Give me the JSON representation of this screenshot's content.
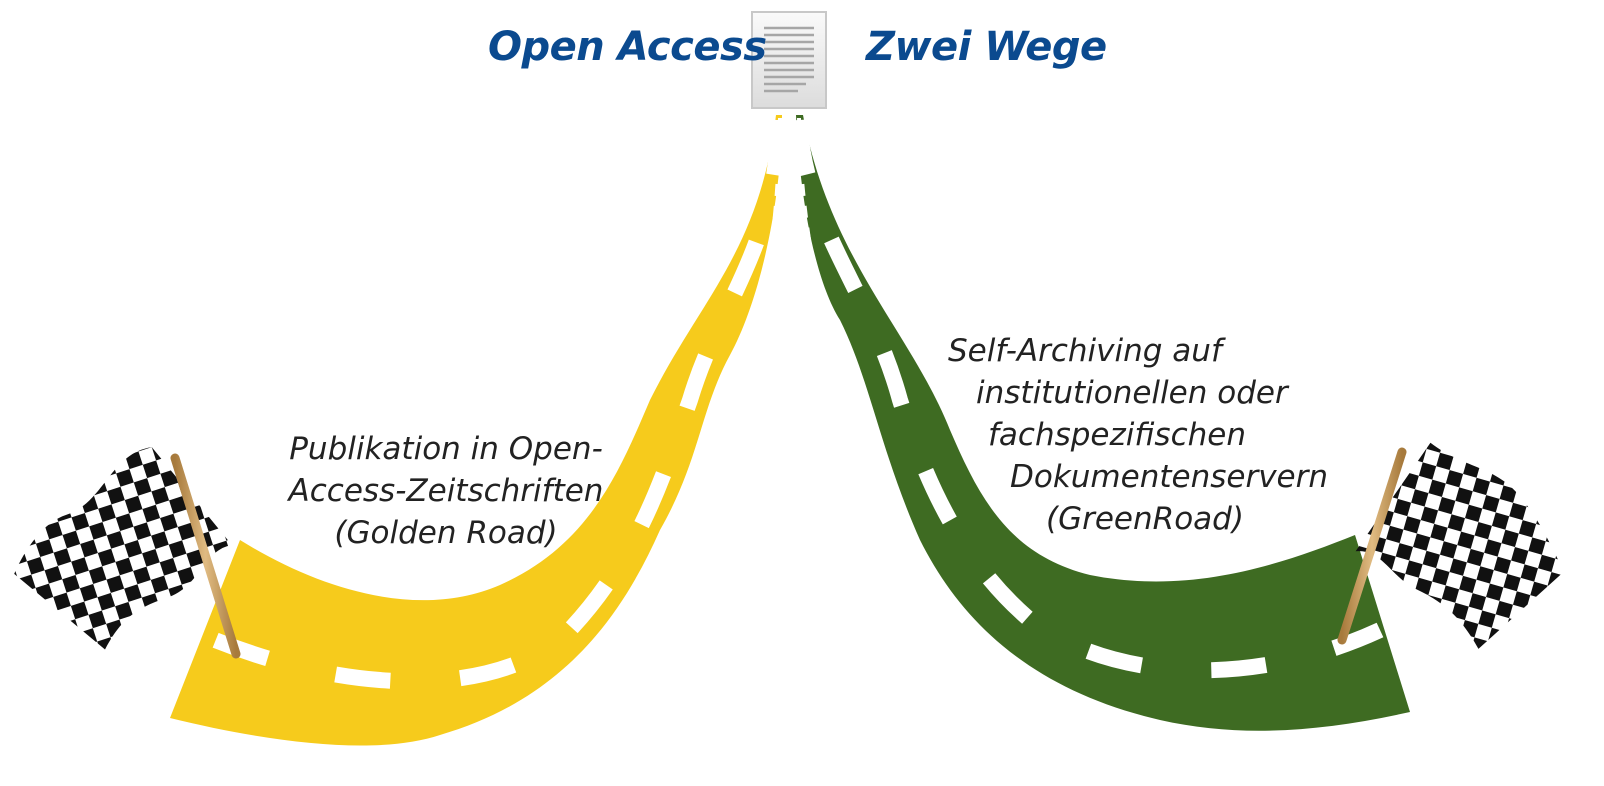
{
  "title": {
    "left": "Open Access",
    "right": "Zwei Wege"
  },
  "roads": {
    "gold": {
      "label_lines": [
        "Publikation in Open-",
        "Access-Zeitschriften",
        "(Golden Road)"
      ],
      "color": "#f6cb1c"
    },
    "green": {
      "label_lines": [
        "Self-Archiving auf",
        "institutionellen oder",
        "fachspezifischen",
        "Dokumentenservern",
        "(GreenRoad)"
      ],
      "color": "#3e6b22"
    }
  },
  "colors": {
    "title": "#0b4a8f",
    "lane_marking": "#ffffff",
    "flag_pole": "#c9a066",
    "flag_checker_dark": "#111111"
  },
  "icons": [
    "document-icon",
    "checkered-flag-icon",
    "checkered-flag-icon"
  ]
}
